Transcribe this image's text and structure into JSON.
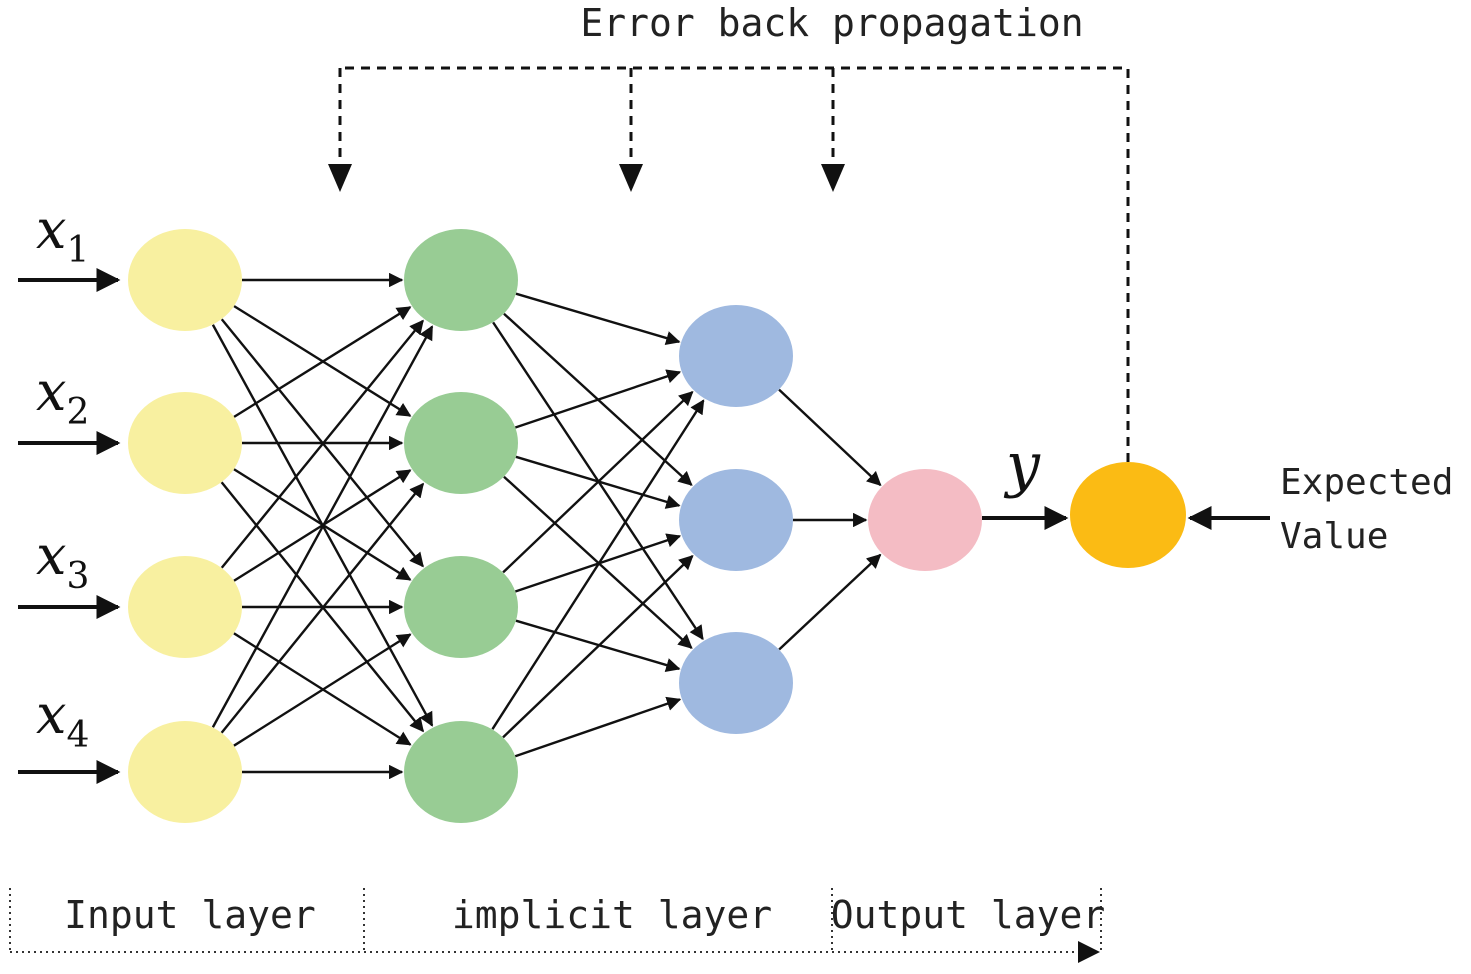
{
  "title": "Error back propagation",
  "inputs": [
    {
      "var": "x",
      "sub": "1"
    },
    {
      "var": "x",
      "sub": "2"
    },
    {
      "var": "x",
      "sub": "3"
    },
    {
      "var": "x",
      "sub": "4"
    }
  ],
  "output_label": "y",
  "expected": {
    "line1": "Expected",
    "line2": "Value"
  },
  "layers": {
    "input": "Input layer",
    "implicit": "implicit layer",
    "output": "Output layer"
  },
  "colors": {
    "input_node": "#f8f0a0",
    "hidden1_node": "#98cc94",
    "hidden2_node": "#9fb9e0",
    "output_node": "#f4bcc4",
    "expected_node": "#fbbb14",
    "line": "#111111"
  }
}
